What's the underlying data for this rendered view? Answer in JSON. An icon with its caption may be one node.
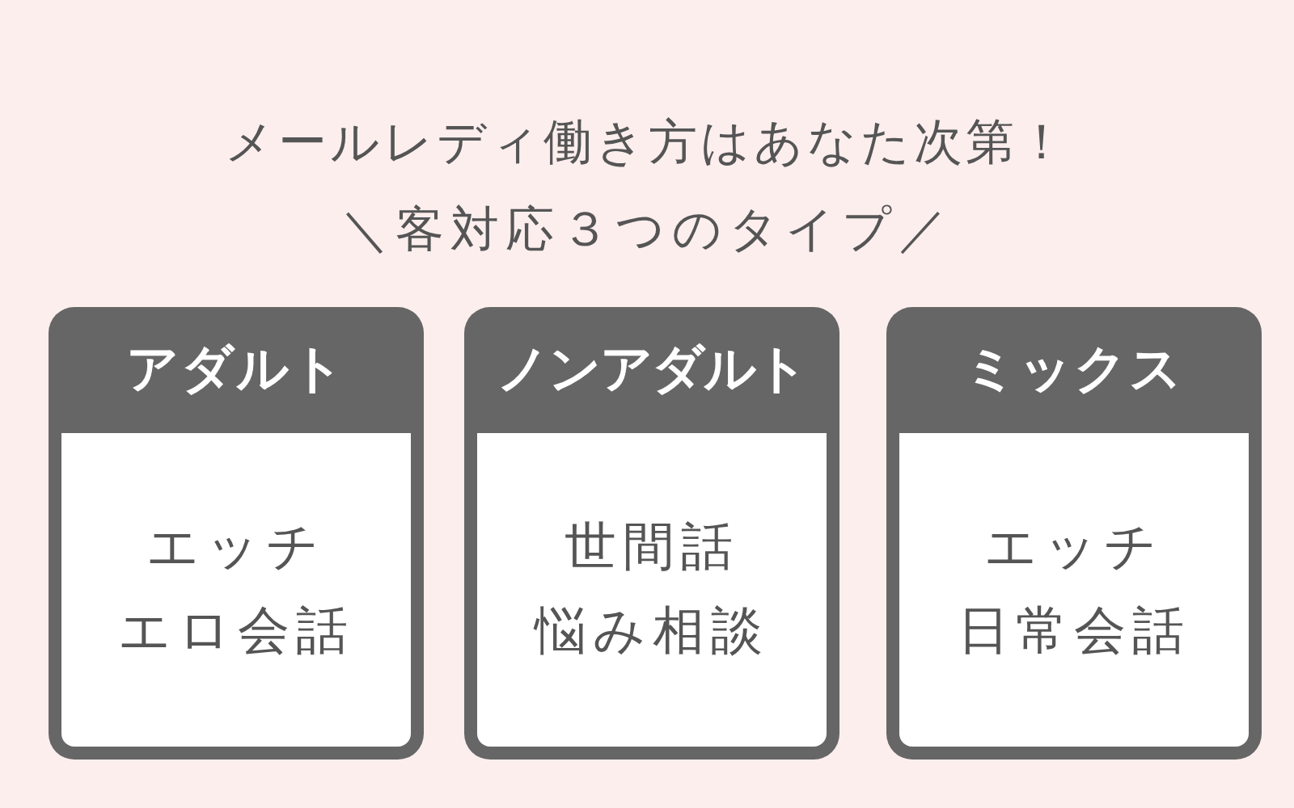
{
  "diagram": {
    "title": "メールレディ働き方はあなた次第！",
    "nodes": [
      {
        "text": [
          "アダルト",
          "エッチ",
          "エロ会話"
        ]
      },
      {
        "text": [
          "ノンアダルト",
          "世間話",
          "悩み相談"
        ]
      },
      {
        "text": [
          "ミックス",
          "エッチ",
          "日常会話"
        ]
      }
    ],
    "labels": [
      "＼客対応３つのタイプ／"
    ]
  }
}
